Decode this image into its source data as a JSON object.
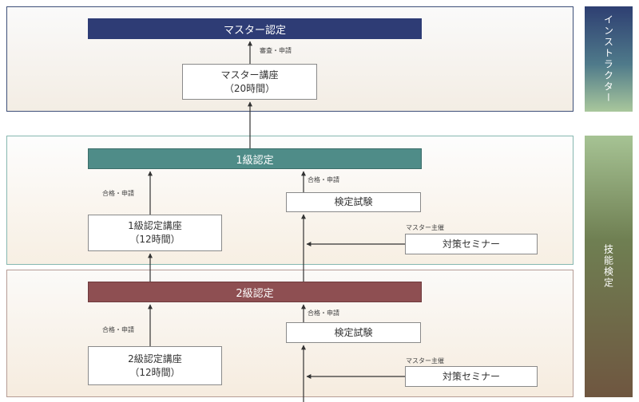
{
  "master": {
    "title": "マスター認定",
    "review_label": "審査・申請",
    "course_line1": "マスター講座",
    "course_line2": "（20時間）"
  },
  "level1": {
    "title": "1級認定",
    "pass_label_left": "合格・申請",
    "pass_label_right": "合格・申請",
    "course_line1": "1級認定講座",
    "course_line2": "（12時間）",
    "exam": "検定試験",
    "seminar_host": "マスター主催",
    "seminar": "対策セミナー"
  },
  "level2": {
    "title": "2級認定",
    "pass_label_left": "合格・申請",
    "pass_label_right": "合格・申請",
    "course_line1": "2級認定講座",
    "course_line2": "（12時間）",
    "exam": "検定試験",
    "seminar_host": "マスター主催",
    "seminar": "対策セミナー"
  },
  "side": {
    "instructor": "インストラクター",
    "skill_test": "技能検定"
  },
  "colors": {
    "master_bar": "#2e3c75",
    "level1_bar": "#4f8c88",
    "level2_bar": "#8e4f52"
  }
}
